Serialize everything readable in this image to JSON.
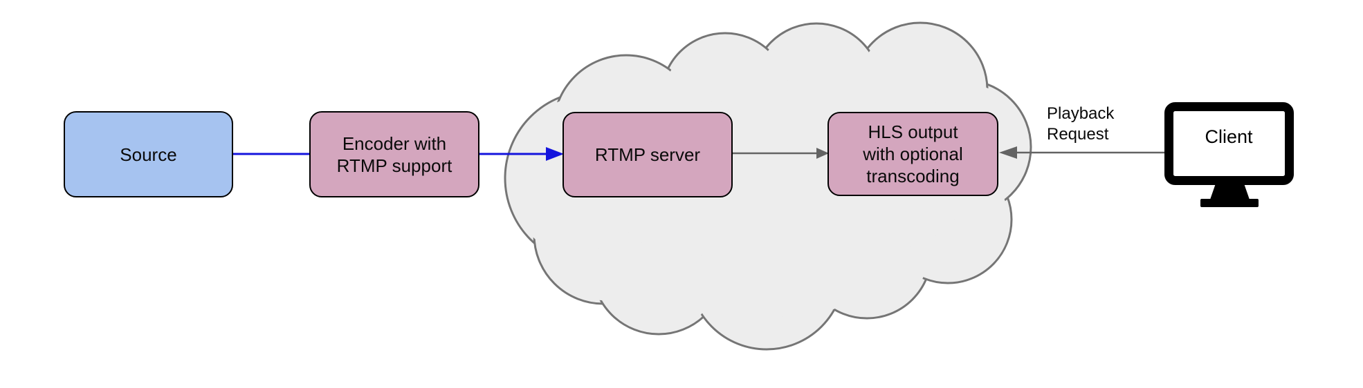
{
  "diagram": {
    "nodes": {
      "source": {
        "label": "Source",
        "fill": "#a6c3f0",
        "border": "#000000"
      },
      "encoder": {
        "lines": [
          "Encoder with",
          "RTMP support"
        ],
        "fill": "#d4a6be",
        "border": "#000000"
      },
      "rtmp_server": {
        "label": "RTMP server",
        "fill": "#d4a6be",
        "border": "#000000"
      },
      "hls_output": {
        "lines": [
          "HLS output",
          "with optional",
          "transcoding"
        ],
        "fill": "#d4a6be",
        "border": "#000000"
      },
      "client": {
        "label": "Client",
        "icon": "monitor-icon",
        "color": "#000000"
      }
    },
    "cloud": {
      "fill": "#ededed",
      "stroke": "#757575"
    },
    "edges": {
      "playback_request_label": {
        "line1": "Playback",
        "line2": "Request"
      },
      "source_to_encoder": {
        "color": "#1414dd",
        "arrowhead": "none"
      },
      "encoder_to_rtmp": {
        "color": "#1414dd",
        "arrowhead": "at-rtmp-server"
      },
      "rtmp_to_hls": {
        "color": "#636363",
        "arrowhead": "at-hls-output"
      },
      "client_to_hls": {
        "color": "#636363",
        "arrowhead": "at-hls-output"
      }
    }
  }
}
